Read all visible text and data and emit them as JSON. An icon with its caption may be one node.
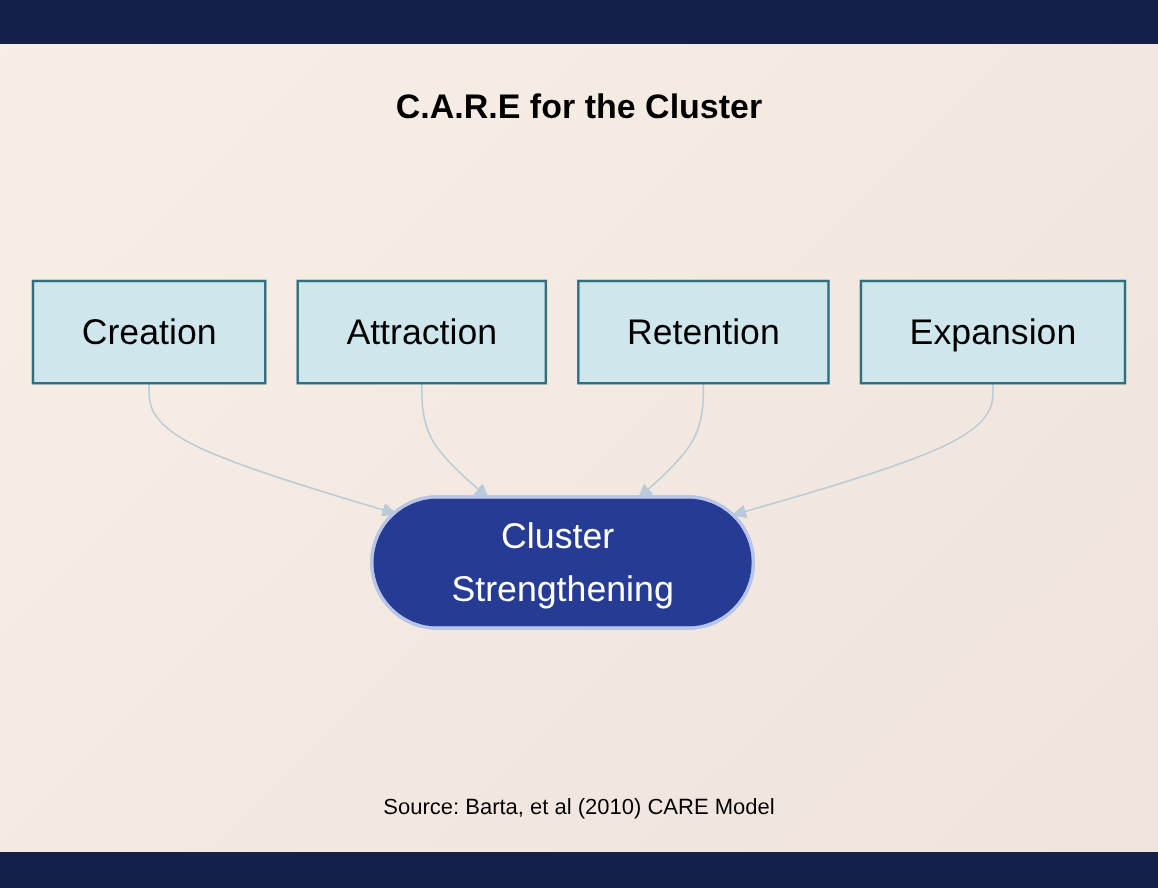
{
  "diagram": {
    "title": "C.A.R.E for the Cluster",
    "caption": "Source:  Barta, et al (2010) CARE Model",
    "nodes": [
      {
        "text": [
          "Creation"
        ]
      },
      {
        "text": [
          "Attraction"
        ]
      },
      {
        "text": [
          "Retention"
        ]
      },
      {
        "text": [
          "Expansion"
        ]
      },
      {
        "text": [
          "Cluster Strengthening"
        ]
      }
    ],
    "edges": [
      {
        "from": 0,
        "to": 4,
        "arrow": "to"
      },
      {
        "from": 1,
        "to": 4,
        "arrow": "to"
      },
      {
        "from": 2,
        "to": 4,
        "arrow": "to"
      },
      {
        "from": 3,
        "to": 4,
        "arrow": "to"
      }
    ]
  }
}
